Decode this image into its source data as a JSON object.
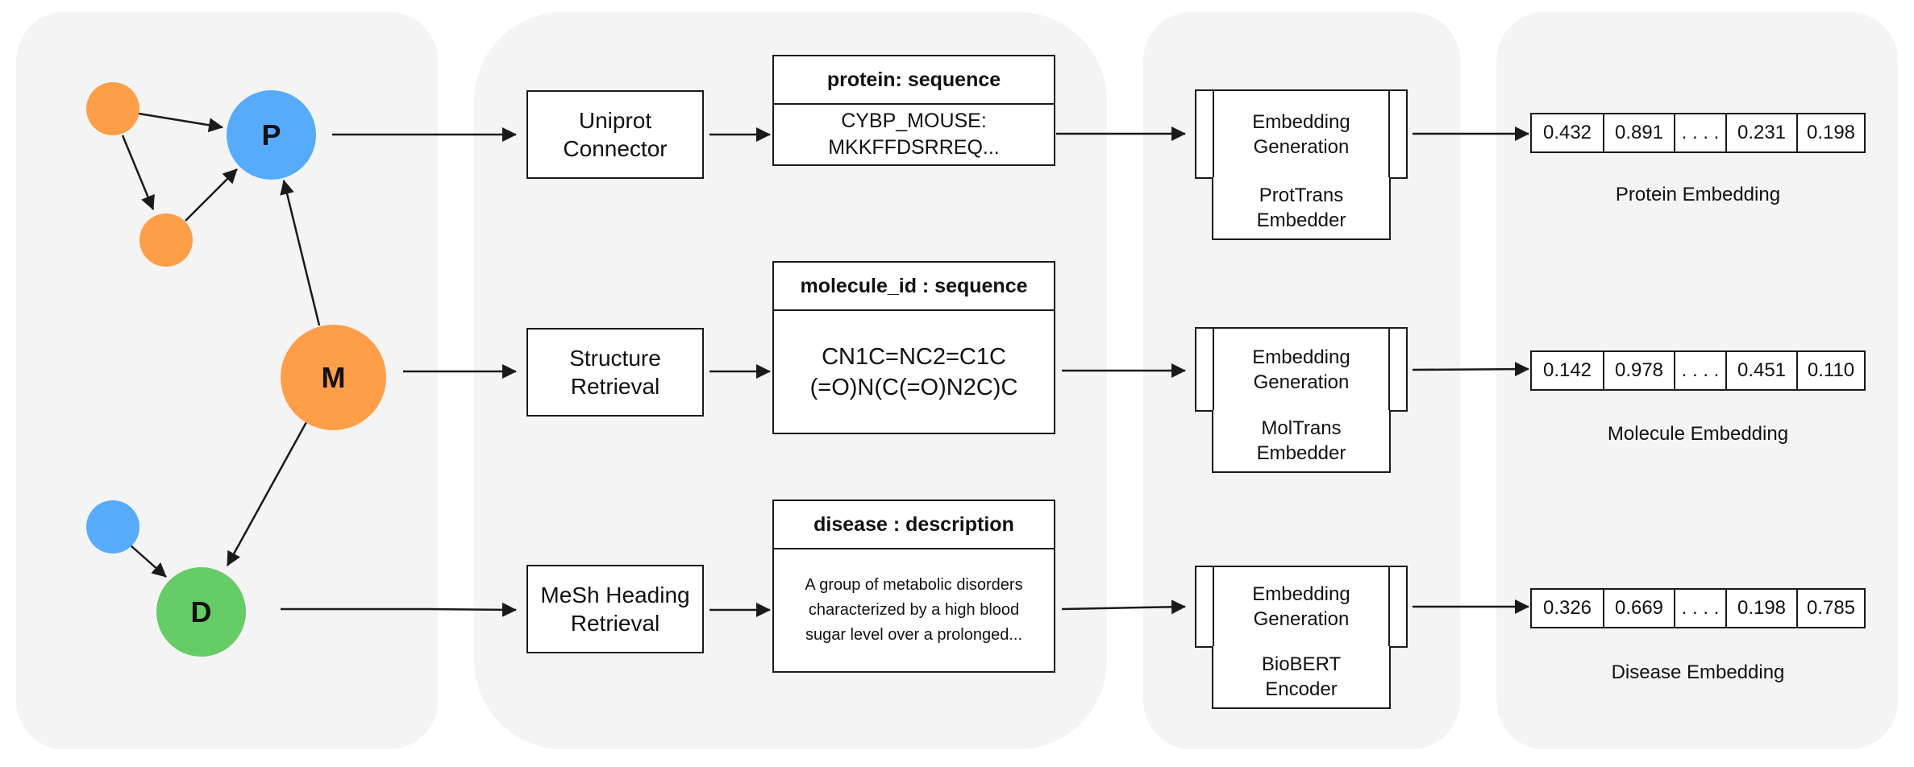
{
  "graph": {
    "protein_node": "P",
    "molecule_node": "M",
    "disease_node": "D"
  },
  "rows": [
    {
      "retrieval": [
        "Uniprot",
        "Connector"
      ],
      "table_header": "protein: sequence",
      "table_body": [
        "CYBP_MOUSE:",
        "MKKFFDSRREQ..."
      ],
      "generator": [
        "Embedding",
        "Generation"
      ],
      "embedder": [
        "ProtTrans",
        "Embedder"
      ],
      "vector": [
        "0.432",
        "0.891",
        ". . . .",
        "0.231",
        "0.198"
      ],
      "caption": "Protein Embedding"
    },
    {
      "retrieval": [
        "Structure",
        "Retrieval"
      ],
      "table_header": "molecule_id : sequence",
      "table_body": [
        "CN1C=NC2=C1C",
        "(=O)N(C(=O)N2C)C"
      ],
      "generator": [
        "Embedding",
        "Generation"
      ],
      "embedder": [
        "MolTrans",
        "Embedder"
      ],
      "vector": [
        "0.142",
        "0.978",
        ". . . .",
        "0.451",
        "0.110"
      ],
      "caption": "Molecule Embedding"
    },
    {
      "retrieval": [
        "MeSh Heading",
        "Retrieval"
      ],
      "table_header": "disease : description",
      "table_body": [
        "A group of metabolic disorders",
        "characterized by a high blood",
        "sugar level over a prolonged..."
      ],
      "generator": [
        "Embedding",
        "Generation"
      ],
      "embedder": [
        "BioBERT",
        "Encoder"
      ],
      "vector": [
        "0.326",
        "0.669",
        ". . . .",
        "0.198",
        "0.785"
      ],
      "caption": "Disease Embedding"
    }
  ],
  "colors": {
    "panel": "#f4f4f4",
    "protein": "#56acfb",
    "molecule": "#ff9e49",
    "disease": "#66cc66",
    "stroke": "#1a1a1a"
  }
}
